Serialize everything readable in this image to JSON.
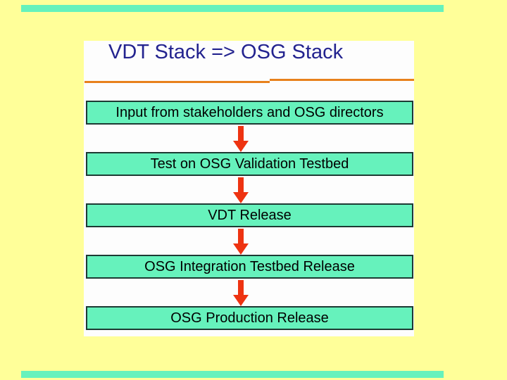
{
  "slide": {
    "title": "VDT Stack => OSG Stack",
    "flow_boxes": [
      "Input from stakeholders and OSG directors",
      "Test on OSG Validation Testbed",
      "VDT Release",
      "OSG Integration Testbed Release",
      "OSG Production Release"
    ],
    "arrow_icon": "down-arrow-icon"
  },
  "colors": {
    "background": "#ffff99",
    "panel": "#fdfdfd",
    "box_fill": "#66f2bc",
    "box_border": "#1d3a33",
    "box_text": "#000000",
    "title_text": "#23238f",
    "underline": "#e8811c",
    "arrow": "#ee3311"
  }
}
